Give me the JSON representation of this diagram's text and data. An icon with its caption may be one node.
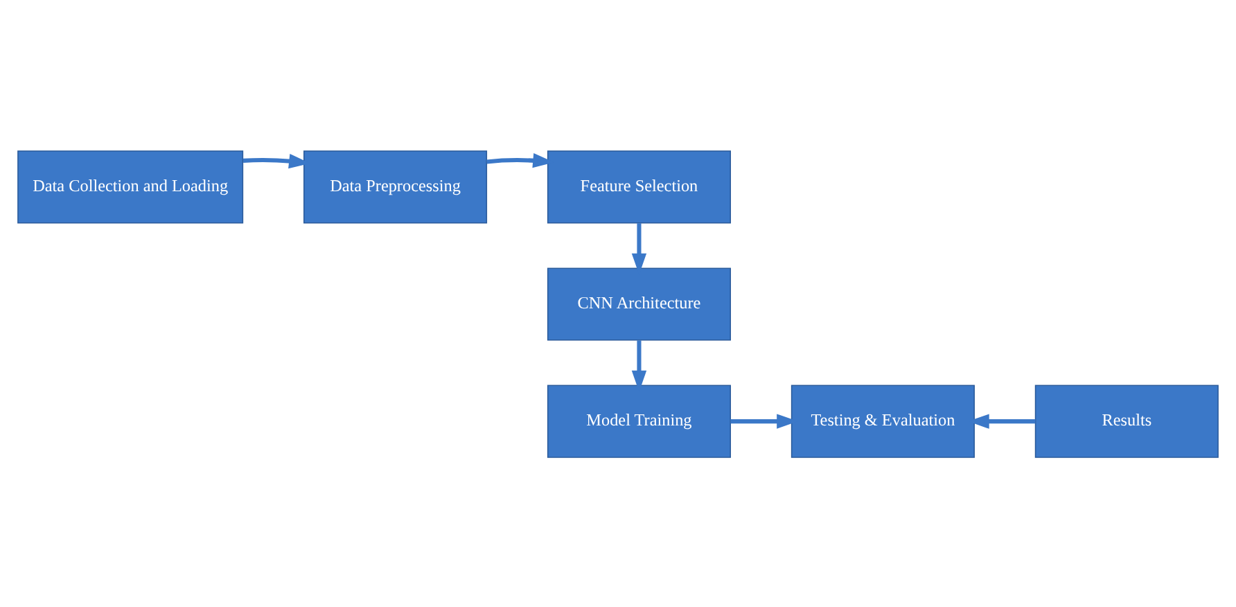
{
  "diagram": {
    "nodes": [
      {
        "text": [
          "Data Collection and Loading"
        ]
      },
      {
        "text": [
          "Data Preprocessing"
        ]
      },
      {
        "text": [
          "Feature Selection"
        ]
      },
      {
        "text": [
          "CNN Architecture"
        ]
      },
      {
        "text": [
          "Model Training"
        ]
      },
      {
        "text": [
          "Testing & Evaluation"
        ]
      },
      {
        "text": [
          "Results"
        ]
      }
    ],
    "edges": [
      {
        "from": 0,
        "to": 1,
        "arrow": "to"
      },
      {
        "from": 1,
        "to": 2,
        "arrow": "to"
      },
      {
        "from": 2,
        "to": 3,
        "arrow": "to"
      },
      {
        "from": 3,
        "to": 4,
        "arrow": "to"
      },
      {
        "from": 4,
        "to": 5,
        "arrow": "to"
      },
      {
        "from": 6,
        "to": 5,
        "arrow": "to"
      }
    ]
  }
}
